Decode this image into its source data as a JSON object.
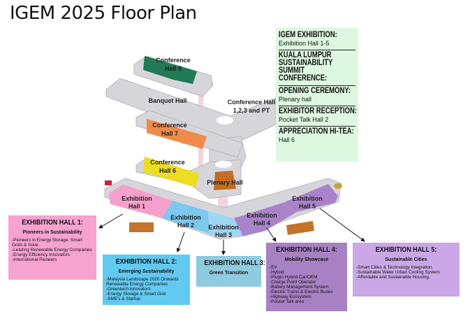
{
  "title": "IGEM 2025 Floor Plan",
  "info": [
    {
      "heading": "IGEM EXHIBITION:",
      "value": "Exhibition Hall 1-5"
    },
    {
      "heading": "KUALA LUMPUR SUSTAINABILITY SUMMIT CONFERENCE:",
      "value": ""
    },
    {
      "heading": "OPENING CEREMONY:",
      "value": "Plenary hall"
    },
    {
      "heading": "EXHIBITOR RECEPTION:",
      "value": "Pocket Talk Hall 2"
    },
    {
      "heading": "APPRECIATION HI-TEA:",
      "value": "Hall 6"
    }
  ],
  "map": {
    "conf8": [
      "Conference",
      "Hall 8"
    ],
    "banquet": "Banquet Hall",
    "conf123": [
      "Conference Hall",
      "1,2,3 and PT"
    ],
    "conf7": [
      "Conference",
      "Hall 7"
    ],
    "conf6": [
      "Conference",
      "Hall 6"
    ],
    "plenary": "Plenary Hall",
    "halls": [
      [
        "Exhibition",
        "Hall 1"
      ],
      [
        "Exhibition",
        "Hall 2"
      ],
      [
        "Exhibition",
        "Hall 3"
      ],
      [
        "Exhibition",
        "Hall 4"
      ],
      [
        "Exhibition",
        "Hall 5"
      ]
    ]
  },
  "boxes": [
    {
      "heading": "EXHIBITION HALL 1:",
      "subtitle": "Pioneers in Sustainability",
      "color": "#f6a3d0",
      "items": [
        "-Pioneers in Energy Storage, Smart Grids & Solar.",
        "-Leading Renewable Energy Companies",
        "-Energy Efficiency Innovators",
        "-International Pioneers"
      ]
    },
    {
      "heading": "EXHIBITION HALL 2:",
      "subtitle": "Emerging Sustainability",
      "color": "#62c9f0",
      "items": [
        "-Malaysia Landscape 2020 Onwards Renewable Energy Companies",
        "-Greentech Innovators",
        "-Energy Storage & Smart Grid",
        "-SME's & Startup"
      ]
    },
    {
      "heading": "EXHIBITION HALL 3:",
      "subtitle": "Green Transition",
      "color": "#8fcbdf",
      "items": []
    },
    {
      "heading": "EXHIBITION HALL 4:",
      "subtitle": "Mobility Showcase",
      "color": "#a781c4",
      "items": [
        "-EV",
        "-Hybrid",
        "-Plugin Hybrid Car/OEM",
        "-Charge Point Operator",
        "-Battery Management System",
        "-Electric Trains & Electric Buses",
        "-Highway Ecosystem",
        "-Pocket Talk area"
      ]
    },
    {
      "heading": "EXHIBITION HALL 5:",
      "subtitle": "Sustainable Cities",
      "color": "#caa7e6",
      "items": [
        "-Smart Cities & Technology integration.",
        "-Sustainable Water Urban Cooling System",
        "-Affordable and Sustainable Housing."
      ]
    }
  ]
}
